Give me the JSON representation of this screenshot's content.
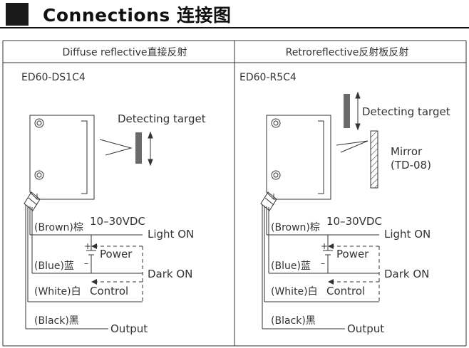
{
  "header": {
    "title": "Connections 连接图"
  },
  "left": {
    "heading": "Diffuse reflective直接反射",
    "model": "ED60-DS1C4",
    "target_label": "Detecting target",
    "brown": "(Brown)棕",
    "voltage": "10–30VDC",
    "light_on": "Light ON",
    "plus": "+",
    "minus": "–",
    "power": "Power",
    "blue": "(Blue)蓝",
    "dark_on": "Dark ON",
    "white": "(White)白",
    "control": "Control",
    "black": "(Black)黑",
    "output": "Output"
  },
  "right": {
    "heading": "Retroreflective反射板反射",
    "model": "ED60-R5C4",
    "target_label": "Detecting target",
    "mirror": "Mirror",
    "mirror_model": "(TD-08)",
    "brown": "(Brown)棕",
    "voltage": "10–30VDC",
    "light_on": "Light ON",
    "plus": "+",
    "minus": "–",
    "power": "Power",
    "blue": "(Blue)蓝",
    "dark_on": "Dark ON",
    "white": "(White)白",
    "control": "Control",
    "black": "(Black)黑",
    "output": "Output"
  }
}
